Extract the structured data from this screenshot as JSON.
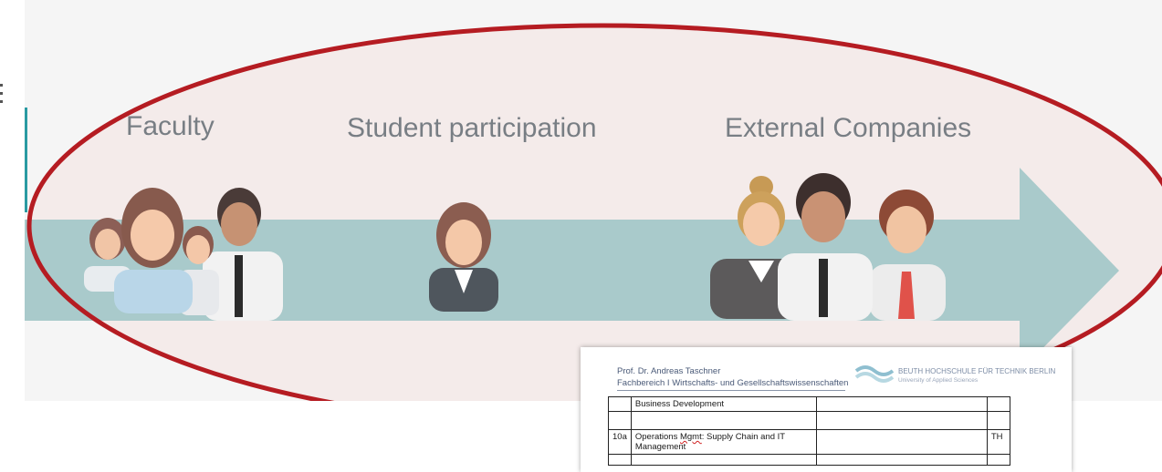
{
  "slide": {
    "labels": {
      "faculty": "Faculty",
      "student": "Student participation",
      "companies": "External Companies"
    }
  },
  "icons": [
    "faculty-people-icon",
    "student-person-icon",
    "external-companies-people-icon"
  ],
  "colors": {
    "slide_bg": "#f5f5f5",
    "arrow": "#a9cacb",
    "ellipse_stroke": "#b51c22",
    "ellipse_fill": "#f4ebea",
    "label_text": "#787e84",
    "accent_bar": "#2a9aa2"
  },
  "document": {
    "author": "Prof. Dr. Andreas Taschner",
    "department": "Fachbereich I Wirtschafts- und Gesellschaftswissenschaften",
    "university": "BEUTH HOCHSCHULE FÜR TECHNIK BERLIN",
    "university_sub": "University of Applied Sciences",
    "rows": [
      {
        "num": "",
        "title": "Business Development",
        "col3": "",
        "col4": ""
      },
      {
        "num": "",
        "title": "",
        "col3": "",
        "col4": ""
      },
      {
        "num": "10a",
        "title_pre": "Operations",
        "title_err": "Mgmt",
        "title_post": ": Supply Chain and IT Management",
        "col3": "",
        "col4": "TH"
      }
    ]
  }
}
